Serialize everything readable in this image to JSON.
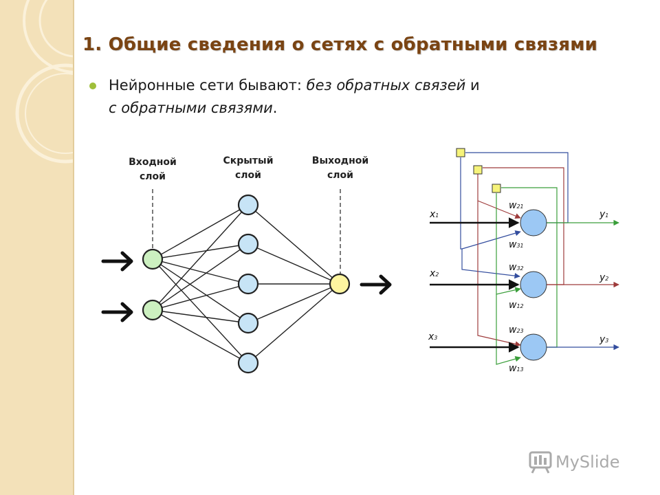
{
  "title": "1. Общие сведения о сетях с обратными связями",
  "bullet": {
    "prefix": "Нейронные сети бывают: ",
    "italic_1": "без обратных связей",
    "middle": " и",
    "italic_2": "с обратными связями",
    "suffix": "."
  },
  "feedforward": {
    "layer_labels": {
      "input_line1": "Входной",
      "input_line2": "слой",
      "hidden_line1": "Скрытый",
      "hidden_line2": "слой",
      "output_line1": "Выходной",
      "output_line2": "слой"
    },
    "colors": {
      "input": "#ccf0c0",
      "hidden": "#c7e4f6",
      "output": "#fdf5a0"
    }
  },
  "recurrent": {
    "inputs": [
      "x",
      "x",
      "x"
    ],
    "input_subs": [
      "1",
      "2",
      "3"
    ],
    "outputs": [
      "y",
      "y",
      "y"
    ],
    "output_subs": [
      "1",
      "2",
      "3"
    ],
    "weights": [
      "w",
      "w",
      "w",
      "w",
      "w",
      "w"
    ],
    "weight_subs": [
      "21",
      "31",
      "32",
      "12",
      "23",
      "13"
    ],
    "colors": {
      "neuron": "#9cc8f4",
      "delay": "#f6f37a",
      "blue": "#334d9e",
      "red": "#9e3b3b",
      "green": "#3a9e3a"
    }
  },
  "watermark": "MySlide"
}
